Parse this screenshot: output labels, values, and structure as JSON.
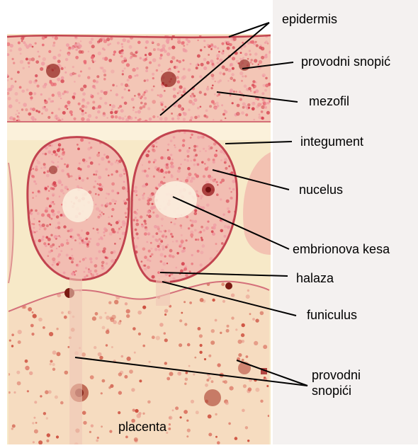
{
  "figure": {
    "labels": {
      "epidermis": "epidermis",
      "provodni_snopic": "provodni snopić",
      "mezofil": "mezofil",
      "integument": "integument",
      "nucelus": "nucelus",
      "embrionova_kesa": "embrionova kesa",
      "halaza": "halaza",
      "funiculus": "funiculus",
      "provodni_snopici": "provodni\nsnopići",
      "placenta": "placenta"
    },
    "colors": {
      "background": "#ffffff",
      "tissue_base": "#f7e9c8",
      "cell_red": "#d43c4a",
      "cell_pink": "#ef9aa2",
      "outline": "#c2434f",
      "dark_spot": "#8e1f1a",
      "right_panel": "#f4f1f0"
    }
  }
}
